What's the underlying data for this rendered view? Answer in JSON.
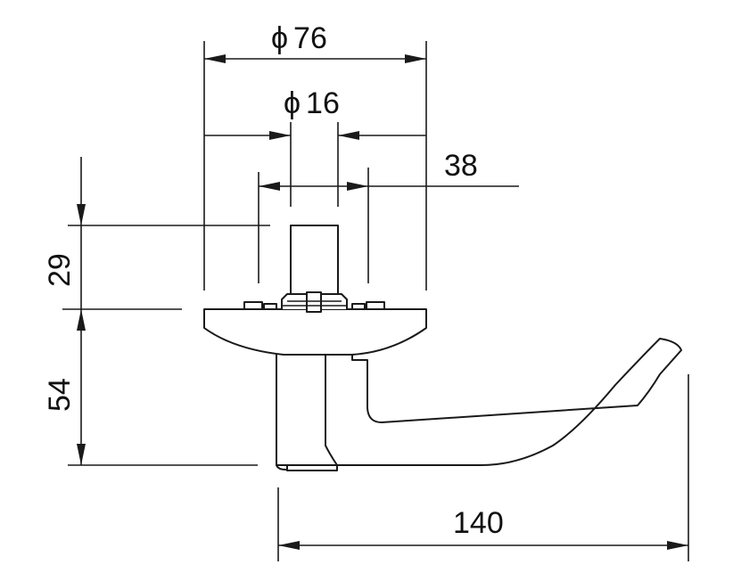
{
  "dimensions": {
    "outer_diameter": "76",
    "spindle_diameter": "16",
    "spindle_spacing": "38",
    "spindle_height": "29",
    "lever_height": "54",
    "lever_length": "140"
  },
  "symbols": {
    "diameter": "ϕ"
  },
  "colors": {
    "line": "#1a1a1a",
    "background": "#ffffff"
  }
}
